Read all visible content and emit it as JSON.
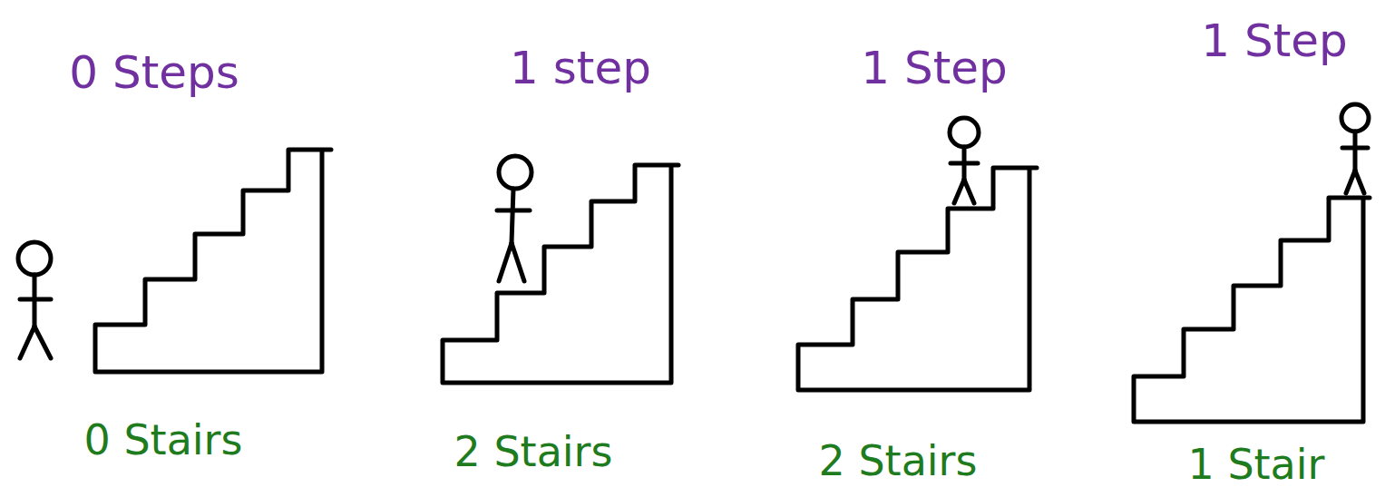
{
  "diagram": {
    "labels": [
      "0 Steps",
      "0 Stairs",
      "1 step",
      "2 Stairs",
      "1 Step",
      "2 Stairs",
      "1 Step",
      "1 Stair"
    ]
  }
}
